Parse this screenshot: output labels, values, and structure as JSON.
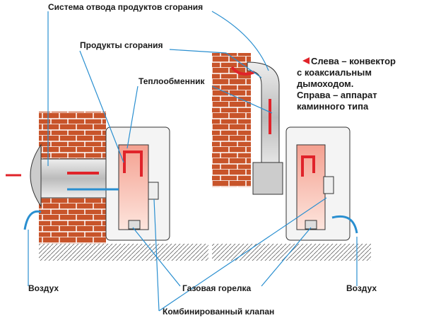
{
  "labels": {
    "flue_system": "Система отвода продуктов сгорания",
    "combustion_products": "Продукты сгорания",
    "heat_exchanger": "Теплообменник",
    "air_left": "Воздух",
    "gas_burner": "Газовая горелка",
    "air_right": "Воздух",
    "combined_valve": "Комбинированный клапан"
  },
  "note": {
    "line1": "Слева – конвектор",
    "line2": "с коаксиальным",
    "line3": "дымоходом.",
    "line4": "Справа – аппарат",
    "line5": "каминного типа"
  },
  "colors": {
    "brick": "#c8542a",
    "hot": "#e0232a",
    "cold": "#2a8fd0",
    "leader": "#2a8fd0",
    "metal": "#d8d8d8"
  }
}
